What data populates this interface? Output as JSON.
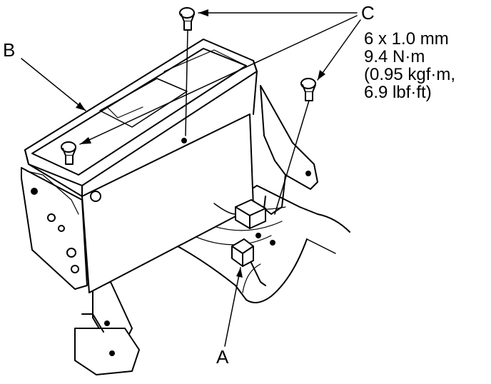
{
  "labels": {
    "a": "A",
    "b": "B",
    "c": "C"
  },
  "spec": {
    "line1": "6 x 1.0 mm",
    "line2": "9.4 N·m",
    "line3": "(0.95 kgf·m,",
    "line4": "6.9 lbf·ft)"
  },
  "colors": {
    "line": "#000000",
    "background": "#ffffff"
  }
}
